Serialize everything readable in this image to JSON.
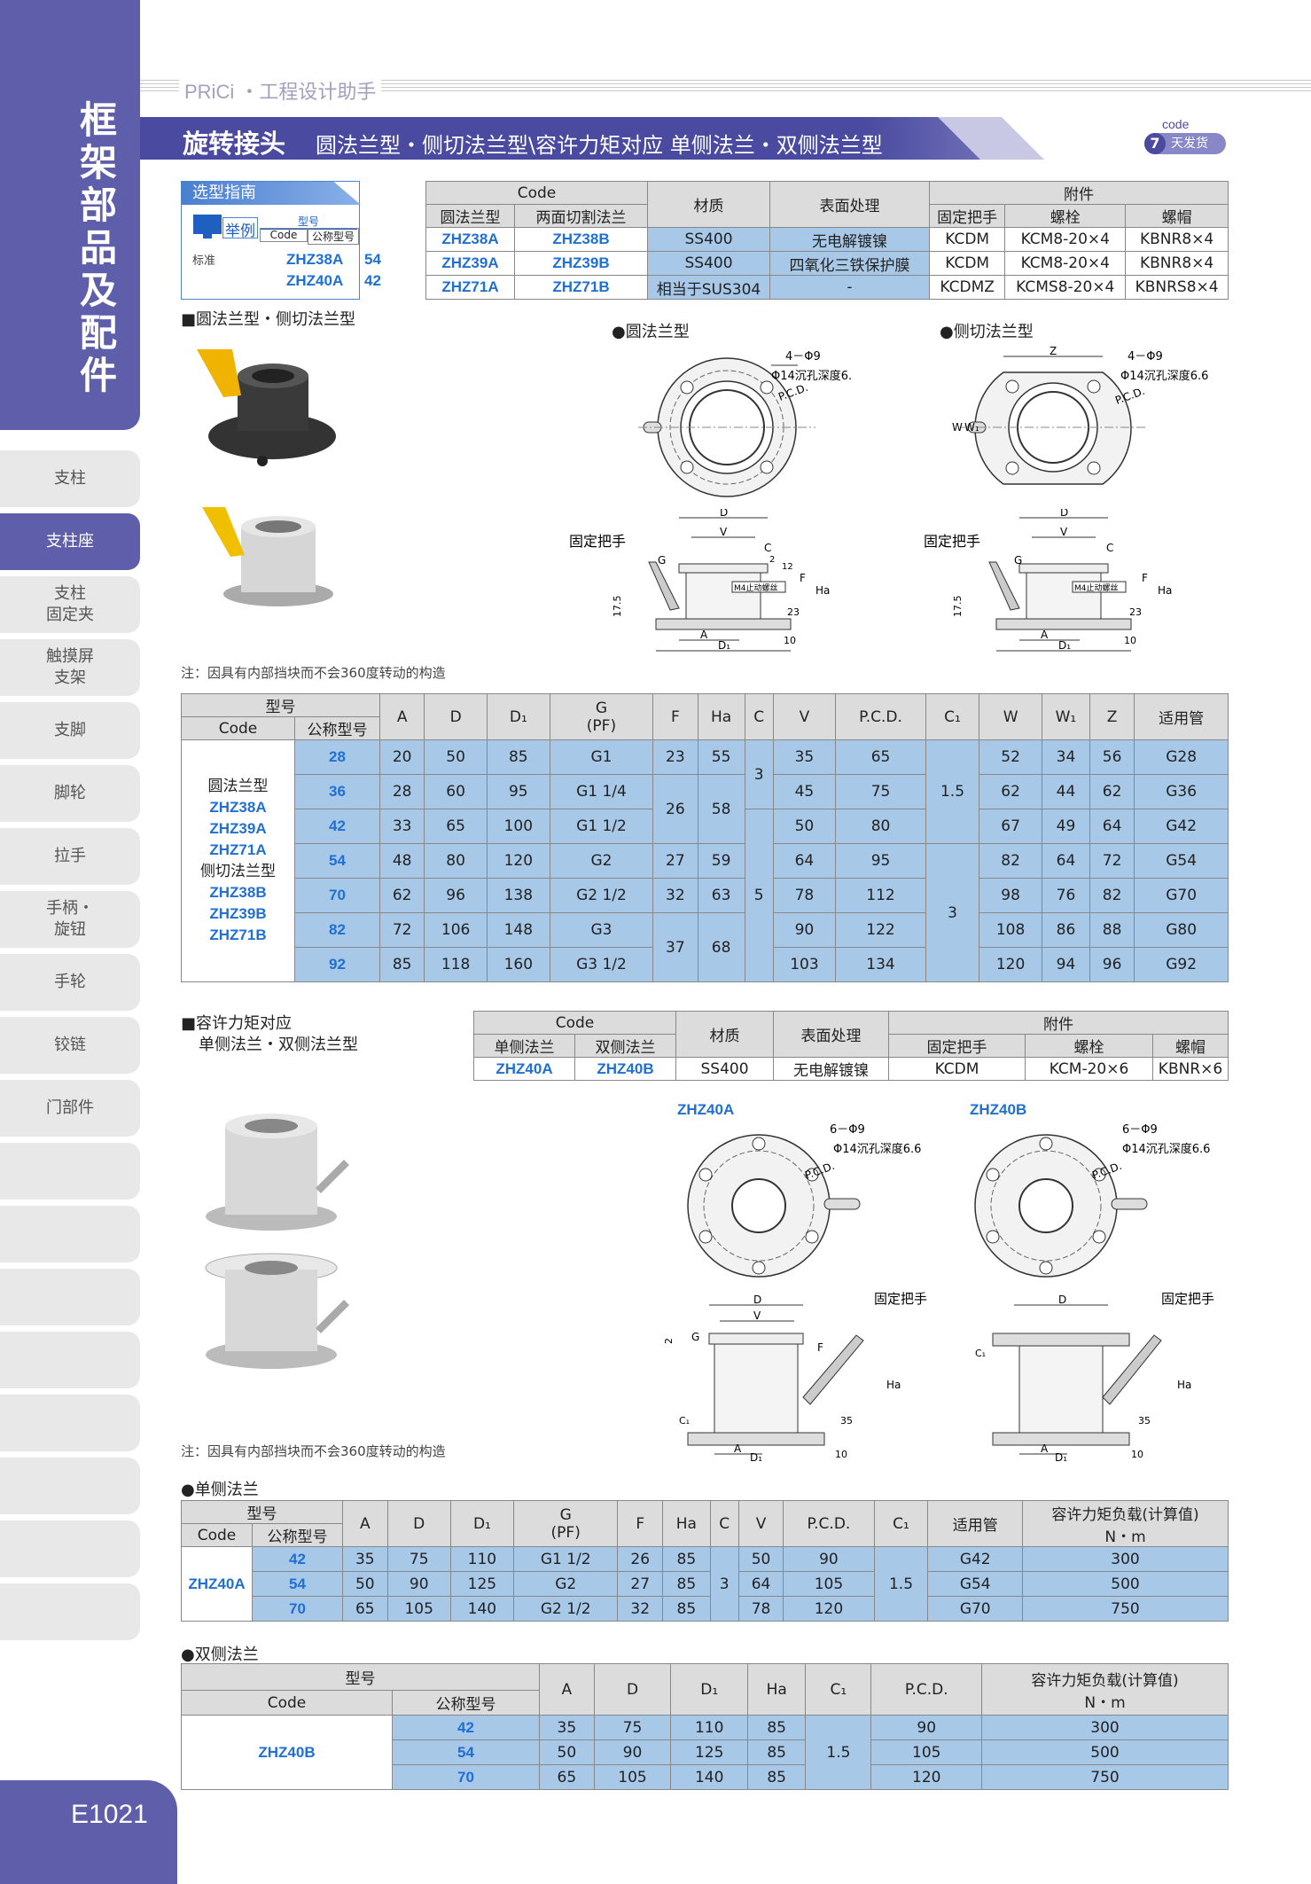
{
  "sidebar": {
    "title": "框架部品及配件",
    "items": [
      "支柱",
      "支柱座",
      "支柱\n固定夹",
      "触摸屏\n支架",
      "支脚",
      "脚轮",
      "拉手",
      "手柄・\n旋钮",
      "手轮",
      "铰链",
      "门部件",
      "",
      "",
      "",
      "",
      "",
      "",
      "",
      ""
    ],
    "active_index": 1
  },
  "page_number": "E1021",
  "brand": "PRiCi ・工程设计助手",
  "banner": {
    "title": "旋转接头",
    "subtitle": "圆法兰型・侧切法兰型\\容许力矩对应 单侧法兰・双侧法兰型"
  },
  "badge": {
    "code": "code",
    "days": "7",
    "text": "天发货"
  },
  "selection": {
    "title": "选型指南",
    "example": "举例",
    "standard": "标准",
    "col_model": "型号",
    "col_code": "Code",
    "col_nominal": "公称型号",
    "rows": [
      {
        "code": "ZHZ38A",
        "nominal": "54"
      },
      {
        "code": "ZHZ40A",
        "nominal": "42"
      }
    ]
  },
  "spec1": {
    "h_code": "Code",
    "h_round": "圆法兰型",
    "h_cut": "两面切割法兰",
    "h_mat": "材质",
    "h_surf": "表面处理",
    "h_acc": "附件",
    "h_handle": "固定把手",
    "h_bolt": "螺栓",
    "h_nut": "螺帽",
    "rows": [
      [
        "ZHZ38A",
        "ZHZ38B",
        "SS400",
        "无电解镀镍",
        "KCDM",
        "KCM8-20×4",
        "KBNR8×4"
      ],
      [
        "ZHZ39A",
        "ZHZ39B",
        "SS400",
        "四氧化三铁保护膜",
        "KCDM",
        "KCM8-20×4",
        "KBNR8×4"
      ],
      [
        "ZHZ71A",
        "ZHZ71B",
        "相当于SUS304",
        "-",
        "KCDMZ",
        "KCMS8-20×4",
        "KBNRS8×4"
      ]
    ]
  },
  "section1": {
    "label": "■圆法兰型・侧切法兰型",
    "round": "●圆法兰型",
    "cut": "●侧切法兰型",
    "note": "注：因具有内部挡块而不会360度转动的构造",
    "dim_holes": "4－Φ9",
    "dim_sink": "Φ14沉孔深度6.6",
    "pcd": "P.C.D.",
    "handle": "固定把手",
    "m4": "M4止动螺丝",
    "W": "W",
    "W1": "W₁",
    "Z": "Z",
    "D": "D",
    "V": "V",
    "G": "G",
    "C": "C",
    "F": "F",
    "Ha": "Ha",
    "A": "A",
    "D1": "D₁",
    "n175": "17.5",
    "n23": "23",
    "n10": "10",
    "n2": "2",
    "n12": "12"
  },
  "table1": {
    "h_model": "型号",
    "h_code": "Code",
    "h_nominal": "公称型号",
    "cols": [
      "A",
      "D",
      "D₁",
      "G",
      "(PF)",
      "F",
      "Ha",
      "C",
      "V",
      "P.C.D.",
      "C₁",
      "W",
      "W₁",
      "Z",
      "适用管"
    ],
    "codes": [
      "圆法兰型",
      "ZHZ38A",
      "ZHZ39A",
      "ZHZ71A",
      "侧切法兰型",
      "ZHZ38B",
      "ZHZ39B",
      "ZHZ71B"
    ],
    "rows": [
      [
        "28",
        "20",
        "50",
        "85",
        "G1",
        "23",
        "55",
        "35",
        "65",
        "52",
        "34",
        "56",
        "G28"
      ],
      [
        "36",
        "28",
        "60",
        "95",
        "G1 1/4",
        "",
        "",
        "45",
        "75",
        "62",
        "44",
        "62",
        "G36"
      ],
      [
        "42",
        "33",
        "65",
        "100",
        "G1 1/2",
        "",
        "",
        "50",
        "80",
        "67",
        "49",
        "64",
        "G42"
      ],
      [
        "54",
        "48",
        "80",
        "120",
        "G2",
        "27",
        "59",
        "64",
        "95",
        "82",
        "64",
        "72",
        "G54"
      ],
      [
        "70",
        "62",
        "96",
        "138",
        "G2 1/2",
        "32",
        "63",
        "78",
        "112",
        "98",
        "76",
        "82",
        "G70"
      ],
      [
        "82",
        "72",
        "106",
        "148",
        "G3",
        "",
        "",
        "90",
        "122",
        "108",
        "86",
        "88",
        "G80"
      ],
      [
        "92",
        "85",
        "118",
        "160",
        "G3 1/2",
        "",
        "",
        "103",
        "134",
        "120",
        "94",
        "96",
        "G92"
      ]
    ],
    "merged": {
      "f2": "26",
      "ha2": "58",
      "f6": "37",
      "ha6": "68",
      "c1": "3",
      "c2": "5",
      "c11": "1.5",
      "c12": "3"
    }
  },
  "section2": {
    "label1": "■容许力矩对应",
    "label2": "单侧法兰・双侧法兰型",
    "a": "ZHZ40A",
    "b": "ZHZ40B",
    "holes": "6－Φ9",
    "sink": "Φ14沉孔深度6.6",
    "pcd": "P.C.D.",
    "handle": "固定把手",
    "note": "注：因具有内部挡块而不会360度转动的构造",
    "D": "D",
    "V": "V",
    "G": "G",
    "F": "F",
    "Ha": "Ha",
    "C1": "C₁",
    "A": "A",
    "D1": "D₁",
    "n35": "35",
    "n10": "10",
    "n2": "2"
  },
  "spec2": {
    "h_code": "Code",
    "h_single": "单侧法兰",
    "h_double": "双侧法兰",
    "h_mat": "材质",
    "h_surf": "表面处理",
    "h_acc": "附件",
    "h_handle": "固定把手",
    "h_bolt": "螺栓",
    "h_nut": "螺帽",
    "row": [
      "ZHZ40A",
      "ZHZ40B",
      "SS400",
      "无电解镀镍",
      "KCDM",
      "KCM-20×6",
      "KBNR×6"
    ]
  },
  "table2": {
    "label": "●单侧法兰",
    "h_model": "型号",
    "h_code": "Code",
    "h_nominal": "公称型号",
    "cols": [
      "A",
      "D",
      "D₁",
      "G",
      "(PF)",
      "F",
      "Ha",
      "C",
      "V",
      "P.C.D.",
      "C₁",
      "适用管",
      "容许力矩负载(计算值)",
      "N・m"
    ],
    "code": "ZHZ40A",
    "rows": [
      [
        "42",
        "35",
        "75",
        "110",
        "G1 1/2",
        "26",
        "85",
        "50",
        "90",
        "G42",
        "300"
      ],
      [
        "54",
        "50",
        "90",
        "125",
        "G2",
        "27",
        "85",
        "64",
        "105",
        "G54",
        "500"
      ],
      [
        "70",
        "65",
        "105",
        "140",
        "G2 1/2",
        "32",
        "85",
        "78",
        "120",
        "G70",
        "750"
      ]
    ],
    "c": "3",
    "c1": "1.5"
  },
  "table3": {
    "label": "●双侧法兰",
    "h_model": "型号",
    "h_code": "Code",
    "h_nominal": "公称型号",
    "cols": [
      "A",
      "D",
      "D₁",
      "Ha",
      "C₁",
      "P.C.D.",
      "容许力矩负载(计算值)",
      "N・m"
    ],
    "code": "ZHZ40B",
    "rows": [
      [
        "42",
        "35",
        "75",
        "110",
        "85",
        "90",
        "300"
      ],
      [
        "54",
        "50",
        "90",
        "125",
        "85",
        "105",
        "500"
      ],
      [
        "70",
        "65",
        "105",
        "140",
        "85",
        "120",
        "750"
      ]
    ],
    "c1": "1.5"
  },
  "colors": {
    "brand": "#5e5eaa",
    "cell": "#a8c8e8",
    "code": "#1f6fd4"
  }
}
